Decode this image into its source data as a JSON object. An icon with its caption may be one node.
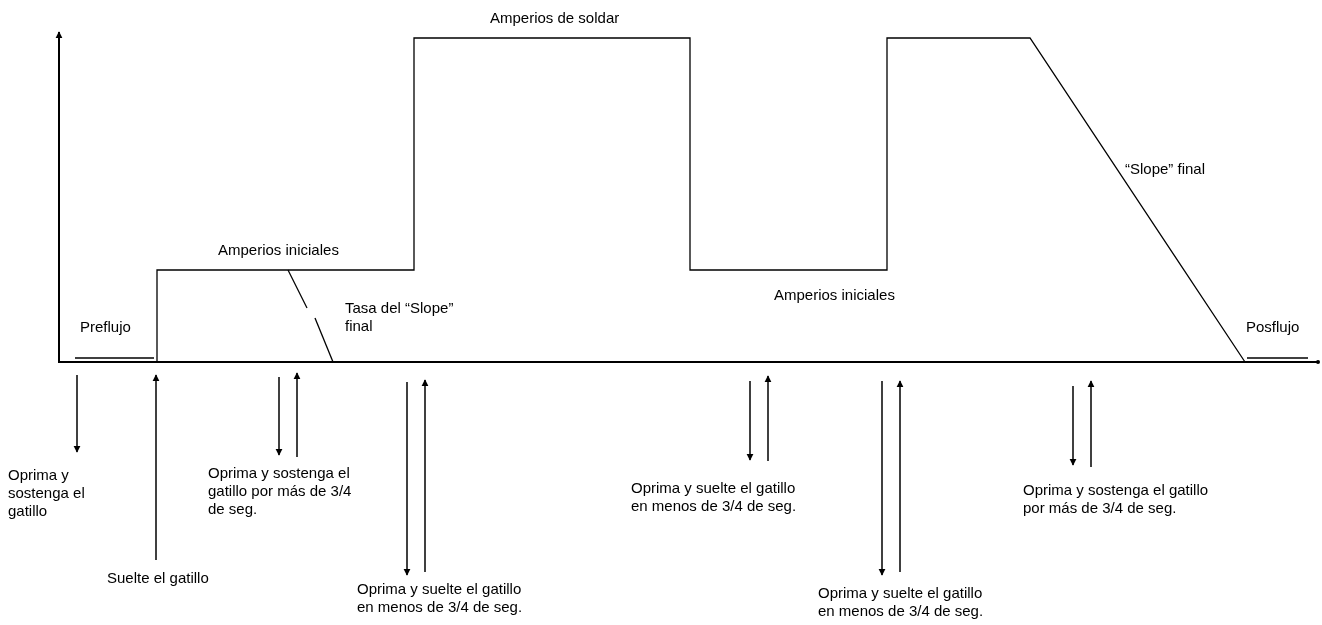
{
  "diagram": {
    "labels": [
      "Amperios de soldar",
      "“Slope” final",
      "Amperios iniciales",
      "Amperios iniciales",
      "Tasa del “Slope” final",
      "Preflujo",
      "Posflujo",
      "Oprima y sostenga el gatillo",
      "Oprima y sostenga el gatillo por más de 3/4 de seg.",
      "Oprima y suelte el gatillo en menos de 3/4 de seg.",
      "Oprima y sostenga el gatillo por más de 3/4 de seg.",
      "Suelte el gatillo",
      "Oprima y suelte el gatillo en menos de 3/4 de seg.",
      "Oprima y suelte el gatillo en menos de 3/4 de seg."
    ]
  }
}
